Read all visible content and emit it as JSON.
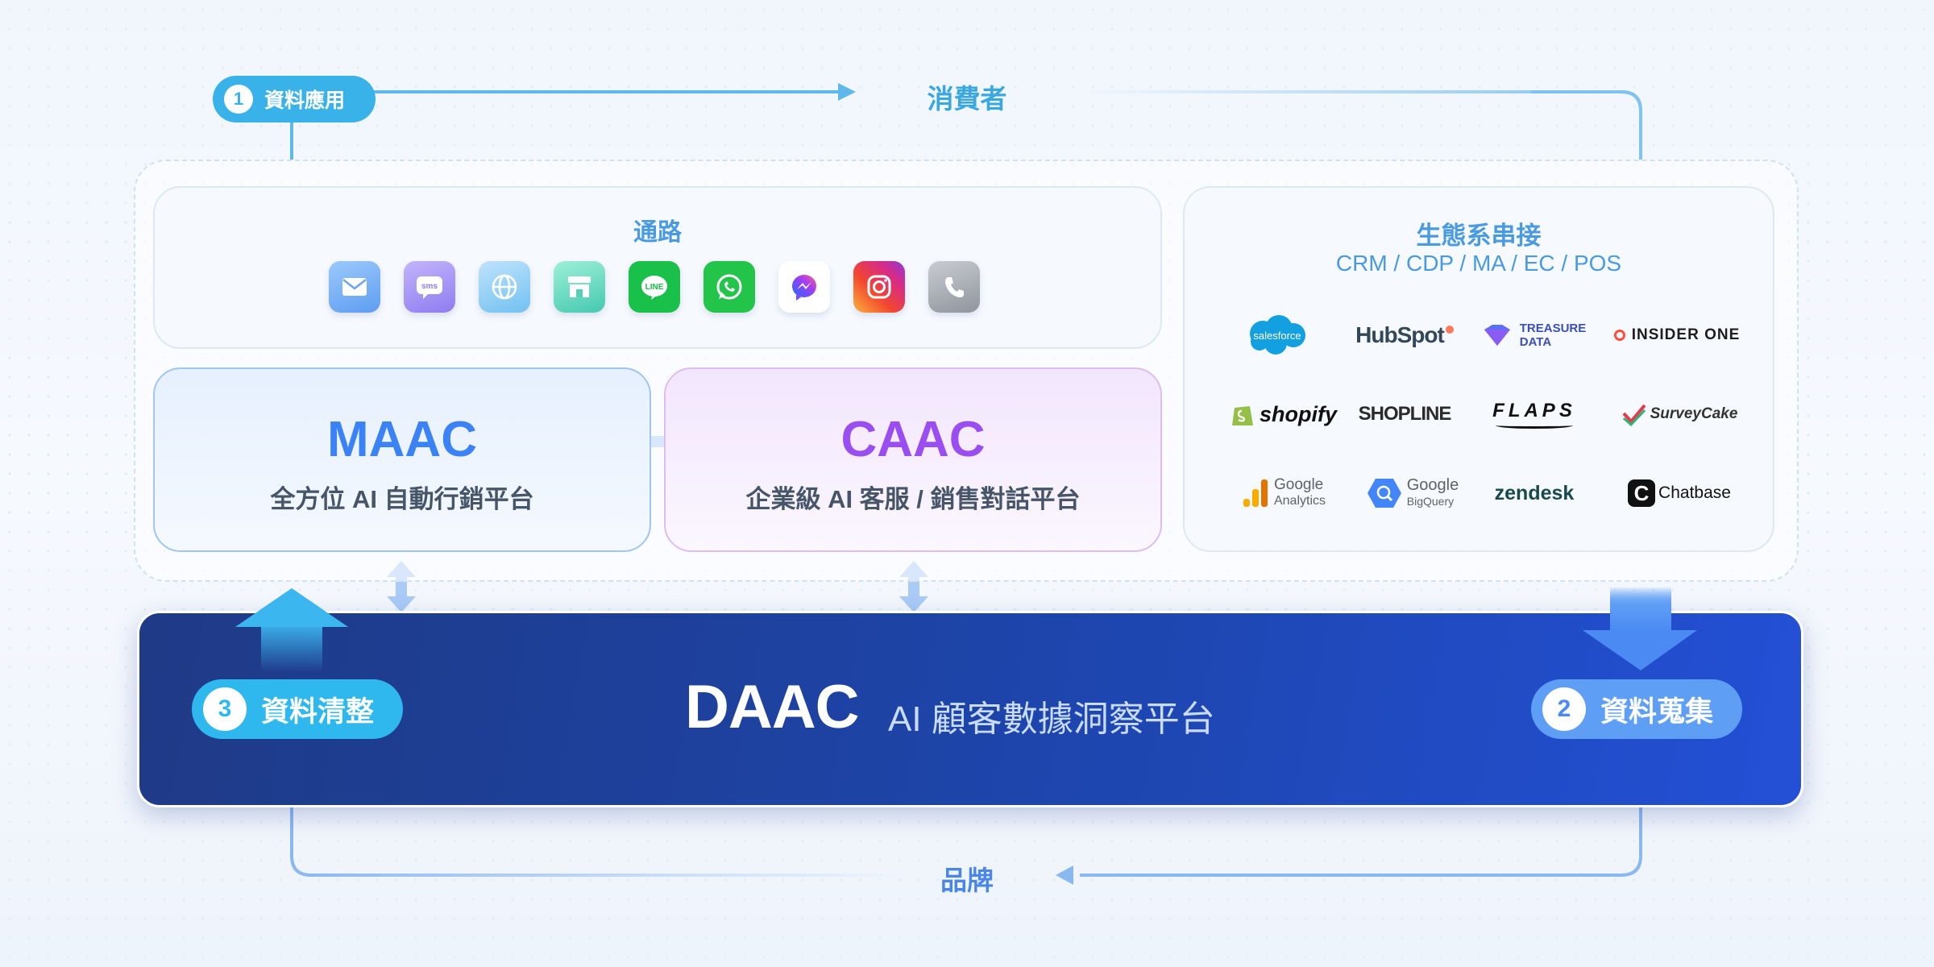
{
  "flow": {
    "step1": {
      "num": "1",
      "label": "資料應用"
    },
    "step2": {
      "num": "2",
      "label": "資料蒐集"
    },
    "step3": {
      "num": "3",
      "label": "資料清整"
    },
    "consumer": "消費者",
    "brand": "品牌"
  },
  "channels": {
    "title": "通路",
    "icons": [
      "email-icon",
      "sms-icon",
      "web-icon",
      "store-icon",
      "line-icon",
      "whatsapp-icon",
      "messenger-icon",
      "instagram-icon",
      "phone-icon"
    ],
    "line_text": "LINE",
    "sms_text": "sms"
  },
  "maac": {
    "name": "MAAC",
    "desc": "全方位 AI 自動行銷平台"
  },
  "caac": {
    "name": "CAAC",
    "desc": "企業級 AI 客服 / 銷售對話平台"
  },
  "ecosystem": {
    "title": "生態系串接",
    "subtitle": "CRM / CDP / MA / EC / POS",
    "logos": {
      "salesforce": "salesforce",
      "hubspot": "HubSpot",
      "treasure_1": "TREASURE",
      "treasure_2": "DATA",
      "insider": "INSIDER ONE",
      "shopify": "shopify",
      "shopline": "SHOPLINE",
      "flaps": "FLAPS",
      "surveycake": "SurveyCake",
      "ga_1": "Google",
      "ga_2": "Analytics",
      "bq_1": "Google",
      "bq_2": "BigQuery",
      "zendesk": "zendesk",
      "chatbase": "Chatbase"
    }
  },
  "daac": {
    "name": "DAAC",
    "desc": "AI 顧客數據洞察平台"
  },
  "colors": {
    "accent_cyan": "#3aa7e0",
    "maac_blue": "#3b82f6",
    "caac_purple": "#9a4df0",
    "daac_navy": "#1d44a8"
  }
}
